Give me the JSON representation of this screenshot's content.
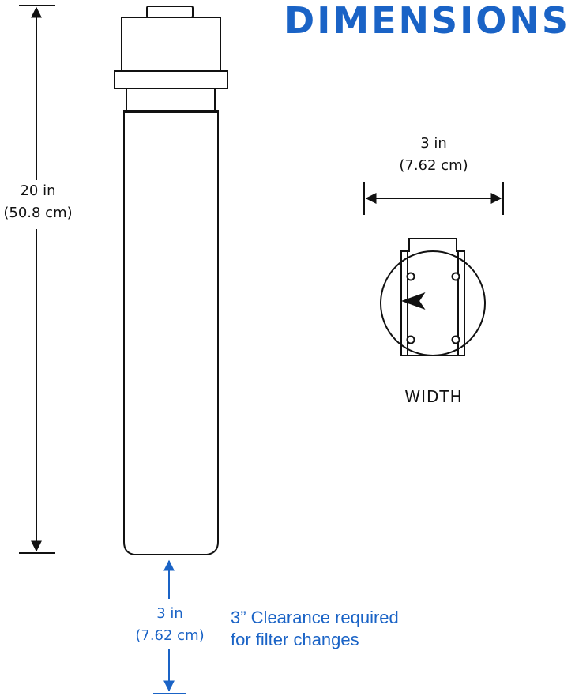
{
  "title": "DIMENSIONS",
  "height_label": {
    "imperial": "20 in",
    "metric": "(50.8 cm)"
  },
  "width_label": {
    "imperial": "3 in",
    "metric": "(7.62 cm)"
  },
  "width_caption": "WIDTH",
  "clearance_label": {
    "imperial": "3 in",
    "metric": "(7.62 cm)"
  },
  "clearance_note": {
    "line1": "3” Clearance required",
    "line2": "for filter changes"
  },
  "colors": {
    "accent": "#1a63c6",
    "ink": "#111111"
  }
}
